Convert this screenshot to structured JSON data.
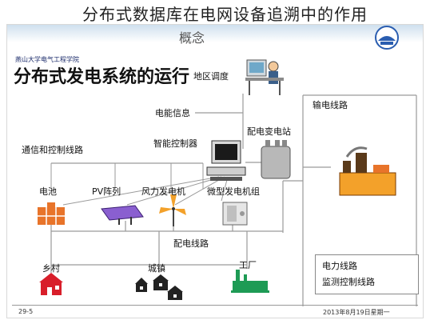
{
  "page_title": "分布式数据库在电网设备追溯中的作用",
  "slide": {
    "header_title": "概念",
    "institution": "燕山大学电气工程学院",
    "diagram_title": "分布式发电系统的运行",
    "footer_left": "29-5",
    "footer_right": "2013年8月19日星期一"
  },
  "nodes": {
    "regional_dispatch": "地区调度",
    "power_info": "电能信息",
    "distribution_substation": "配电变电站",
    "transmission_line": "输电线路",
    "comm_control_line": "通信和控制线路",
    "smart_controller": "智能控制器",
    "battery": "电池",
    "pv_array": "PV阵列",
    "wind_turbine": "风力发电机",
    "micro_turbine": "微型发电机组",
    "distribution_line": "配电线路",
    "village": "乡村",
    "town": "城镇",
    "factory": "工厂"
  },
  "legend": {
    "power_line": "电力线路",
    "monitor_control_line": "监测控制线路"
  },
  "colors": {
    "orange": "#e8742a",
    "yellow_orange": "#f3a12a",
    "pv_purple": "#8a5fd0",
    "red": "#d81e2a",
    "green": "#1e9b55",
    "gray_line": "#9a9a9a"
  }
}
